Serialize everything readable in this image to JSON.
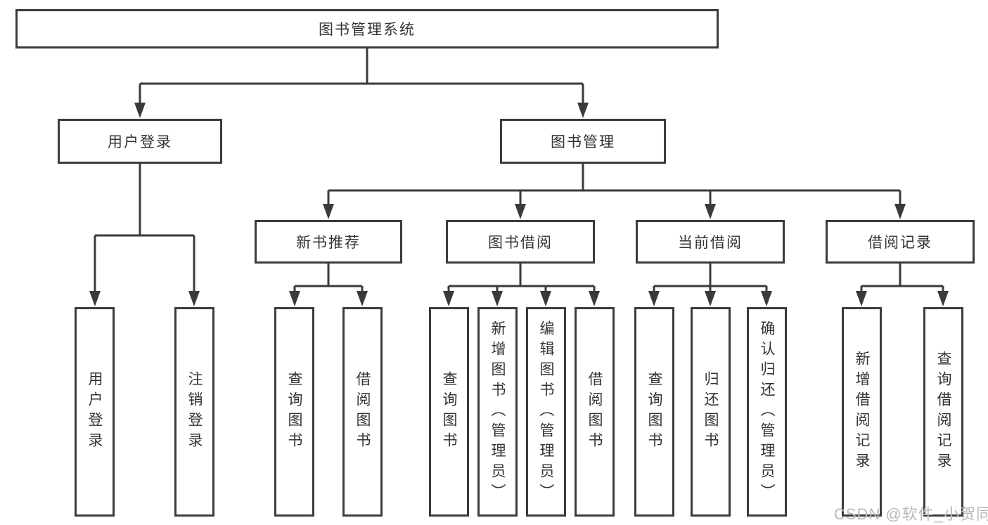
{
  "diagram": {
    "title": "图书管理系统",
    "level2": [
      {
        "id": "user-login",
        "label": "用户登录"
      },
      {
        "id": "book-management",
        "label": "图书管理"
      }
    ],
    "level3": [
      {
        "id": "new-book-recommend",
        "label": "新书推荐",
        "parent": "图书管理"
      },
      {
        "id": "book-borrowing",
        "label": "图书借阅",
        "parent": "图书管理"
      },
      {
        "id": "current-borrowing",
        "label": "当前借阅",
        "parent": "图书管理"
      },
      {
        "id": "borrow-records",
        "label": "借阅记录",
        "parent": "图书管理"
      }
    ],
    "leaves": [
      {
        "id": "leaf-user-login",
        "label": "用户登录",
        "parent": "用户登录"
      },
      {
        "id": "leaf-logout",
        "label": "注销登录",
        "parent": "用户登录"
      },
      {
        "id": "leaf-query-books-recommend",
        "label": "查询图书",
        "parent": "新书推荐"
      },
      {
        "id": "leaf-borrow-books-recommend",
        "label": "借阅图书",
        "parent": "新书推荐"
      },
      {
        "id": "leaf-query-books-borrowing",
        "label": "查询图书",
        "parent": "图书借阅"
      },
      {
        "id": "leaf-add-books-admin",
        "label": "新增图书（管理员）",
        "parent": "图书借阅"
      },
      {
        "id": "leaf-edit-books-admin",
        "label": "编辑图书（管理员）",
        "parent": "图书借阅"
      },
      {
        "id": "leaf-borrow-books-borrowing",
        "label": "借阅图书",
        "parent": "图书借阅"
      },
      {
        "id": "leaf-query-books-current",
        "label": "查询图书",
        "parent": "当前借阅"
      },
      {
        "id": "leaf-return-books",
        "label": "归还图书",
        "parent": "当前借阅"
      },
      {
        "id": "leaf-confirm-return-admin",
        "label": "确认归还（管理员）",
        "parent": "当前借阅"
      },
      {
        "id": "leaf-add-borrow-record",
        "label": "新增借阅记录",
        "parent": "借阅记录"
      },
      {
        "id": "leaf-query-borrow-record",
        "label": "查询借阅记录",
        "parent": "借阅记录"
      }
    ]
  },
  "watermark": {
    "text": "CSDN @软件_小贺同学"
  },
  "colors": {
    "line": "#3a3a3a",
    "box_border": "#3c3c3c",
    "box_fill": "#ffffff",
    "text": "#333333",
    "watermark": "#b9b9b9",
    "background": "#ffffff"
  }
}
